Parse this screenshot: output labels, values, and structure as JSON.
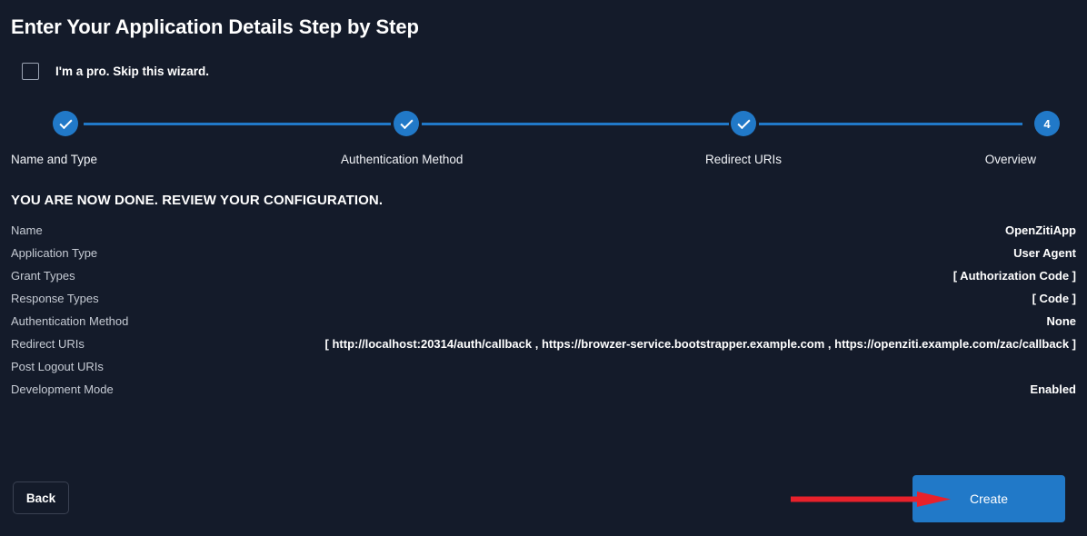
{
  "page": {
    "title": "Enter Your Application Details Step by Step",
    "background_color": "#141b2a",
    "accent_color": "#2179c8",
    "annotation_color": "#e8212b"
  },
  "skip_wizard": {
    "label": "I'm a pro. Skip this wizard.",
    "checked": false,
    "checkbox_icon": "checkbox-unchecked-icon"
  },
  "stepper": {
    "current_step": 4,
    "steps": [
      {
        "index": 1,
        "label": "Name and Type",
        "state": "complete",
        "marker": "✓",
        "icon": "check-icon"
      },
      {
        "index": 2,
        "label": "Authentication Method",
        "state": "complete",
        "marker": "✓",
        "icon": "check-icon"
      },
      {
        "index": 3,
        "label": "Redirect URIs",
        "state": "complete",
        "marker": "✓",
        "icon": "check-icon"
      },
      {
        "index": 4,
        "label": "Overview",
        "state": "current",
        "marker": "4",
        "icon": "step-number"
      }
    ]
  },
  "review": {
    "heading": "YOU ARE NOW DONE. REVIEW YOUR CONFIGURATION.",
    "rows": [
      {
        "key": "Name",
        "value": "OpenZitiApp"
      },
      {
        "key": "Application Type",
        "value": "User Agent"
      },
      {
        "key": "Grant Types",
        "value": "[ Authorization Code ]"
      },
      {
        "key": "Response Types",
        "value": "[ Code ]"
      },
      {
        "key": "Authentication Method",
        "value": "None"
      },
      {
        "key": "Redirect URIs",
        "value": "[ http://localhost:20314/auth/callback , https://browzer-service.bootstrapper.example.com , https://openziti.example.com/zac/callback ]"
      },
      {
        "key": "Post Logout URIs",
        "value": ""
      },
      {
        "key": "Development Mode",
        "value": "Enabled"
      }
    ]
  },
  "footer": {
    "back_label": "Back",
    "create_label": "Create"
  },
  "annotation": {
    "type": "arrow",
    "points_to": "Create",
    "color": "#e8212b"
  }
}
